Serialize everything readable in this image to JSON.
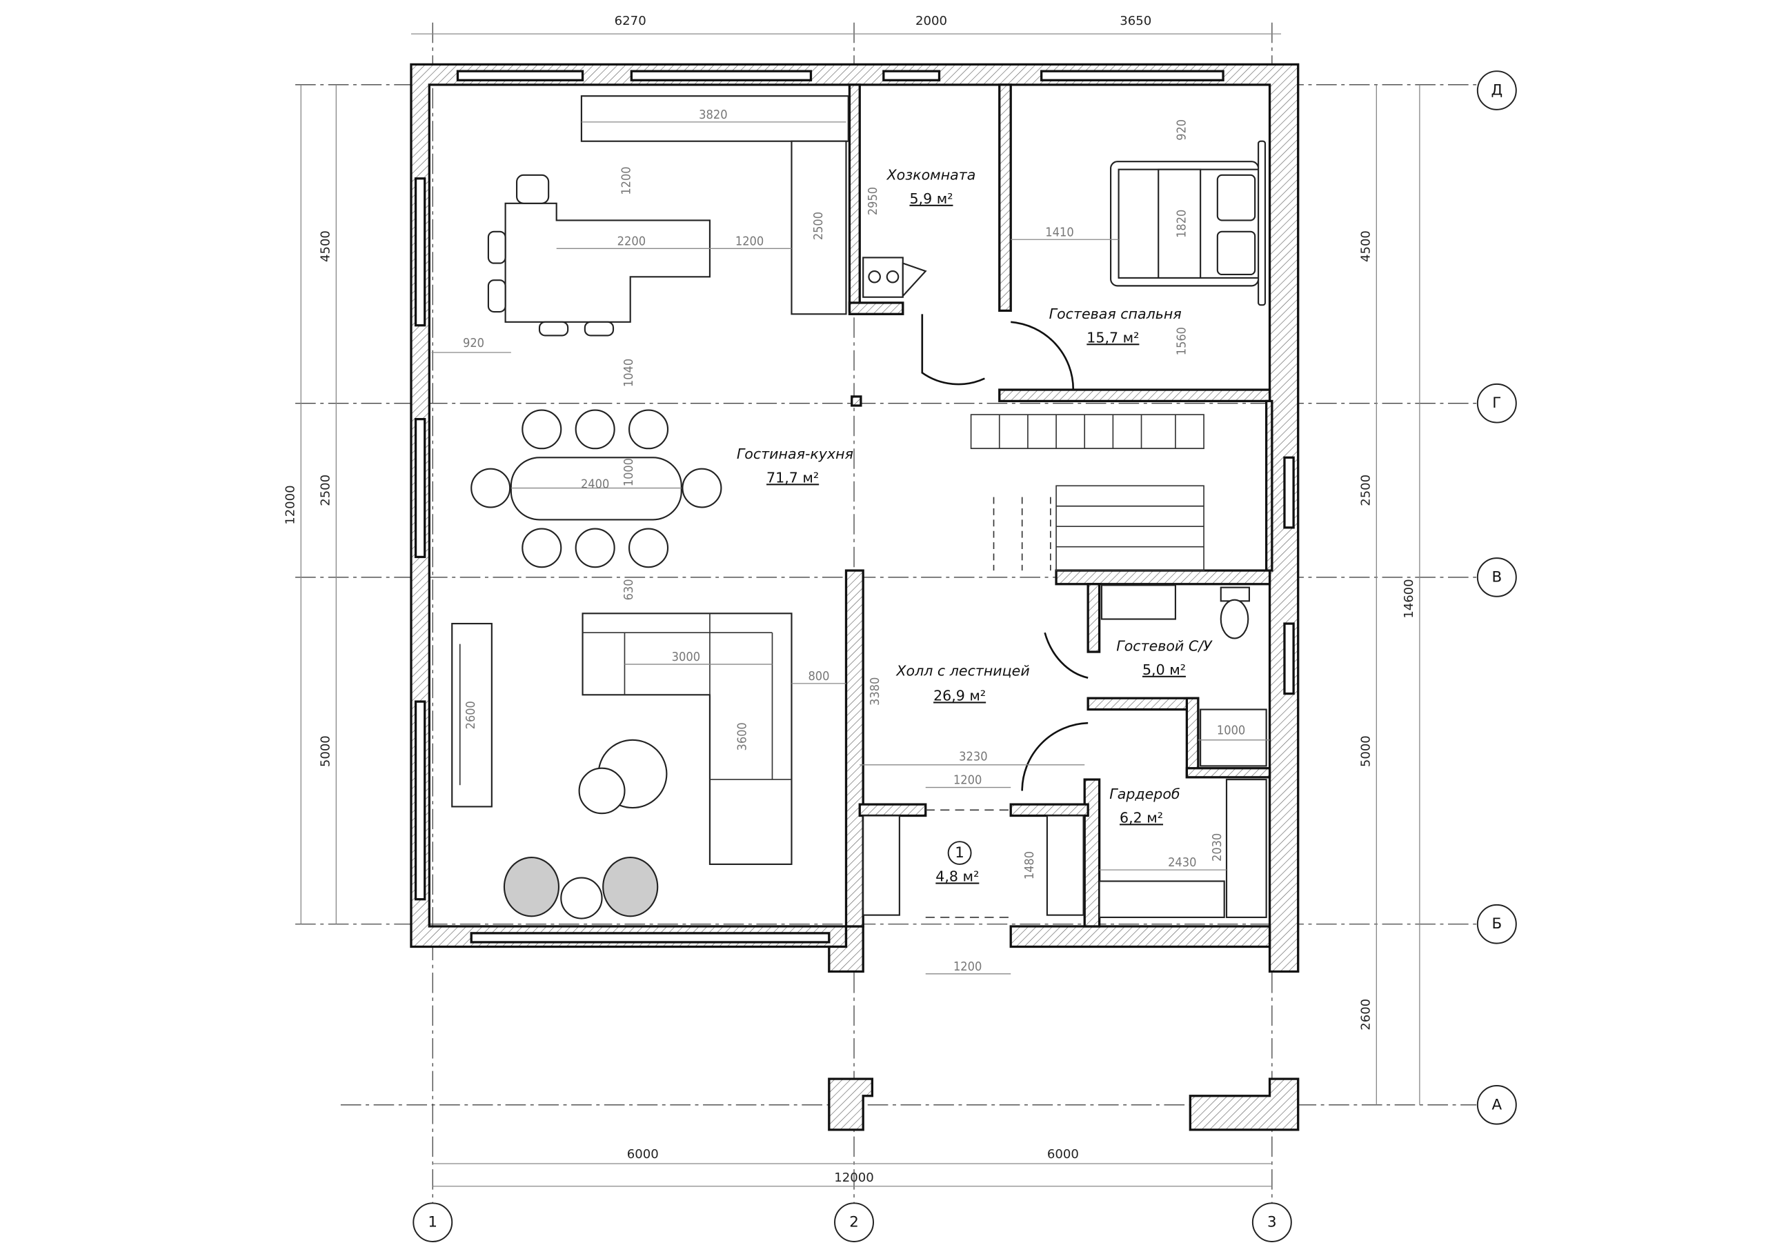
{
  "rooms": {
    "utility": {
      "name": "Хозкомната",
      "area": "5,9 м²"
    },
    "guest_bedroom": {
      "name": "Гостевая спальня",
      "area": "15,7 м²"
    },
    "living_kitchen": {
      "name": "Гостиная-кухня",
      "area": "71,7 м²"
    },
    "hall": {
      "name": "Холл с лестницей",
      "area": "26,9 м²"
    },
    "guest_wc": {
      "name": "Гостевой С/У",
      "area": "5,0 м²"
    },
    "wardrobe": {
      "name": "Гардероб",
      "area": "6,2 м²"
    },
    "vestibule": {
      "number": "1",
      "area": "4,8 м²"
    }
  },
  "axes": {
    "rows": [
      "Д",
      "Г",
      "В",
      "Б",
      "А"
    ],
    "columns": [
      "1",
      "2",
      "3"
    ]
  },
  "dimensions": {
    "top": [
      "6270",
      "2000",
      "3650"
    ],
    "left": [
      "4500",
      "2500",
      "5000",
      "12000"
    ],
    "right": [
      "4500",
      "2500",
      "5000",
      "2600",
      "14600"
    ],
    "bottom": [
      "6000",
      "6000",
      "12000"
    ],
    "interior": [
      "3820",
      "1200",
      "2200",
      "1200",
      "2500",
      "2950",
      "920",
      "1040",
      "1000",
      "2400",
      "630",
      "3000",
      "800",
      "2600",
      "3600",
      "1410",
      "1820",
      "920",
      "1560",
      "3380",
      "3230",
      "1200",
      "1480",
      "1200",
      "1000",
      "2030",
      "2430"
    ]
  },
  "colors": {
    "line": "#111111",
    "dimension": "#888888",
    "chairs_fill": "#cccccc"
  }
}
